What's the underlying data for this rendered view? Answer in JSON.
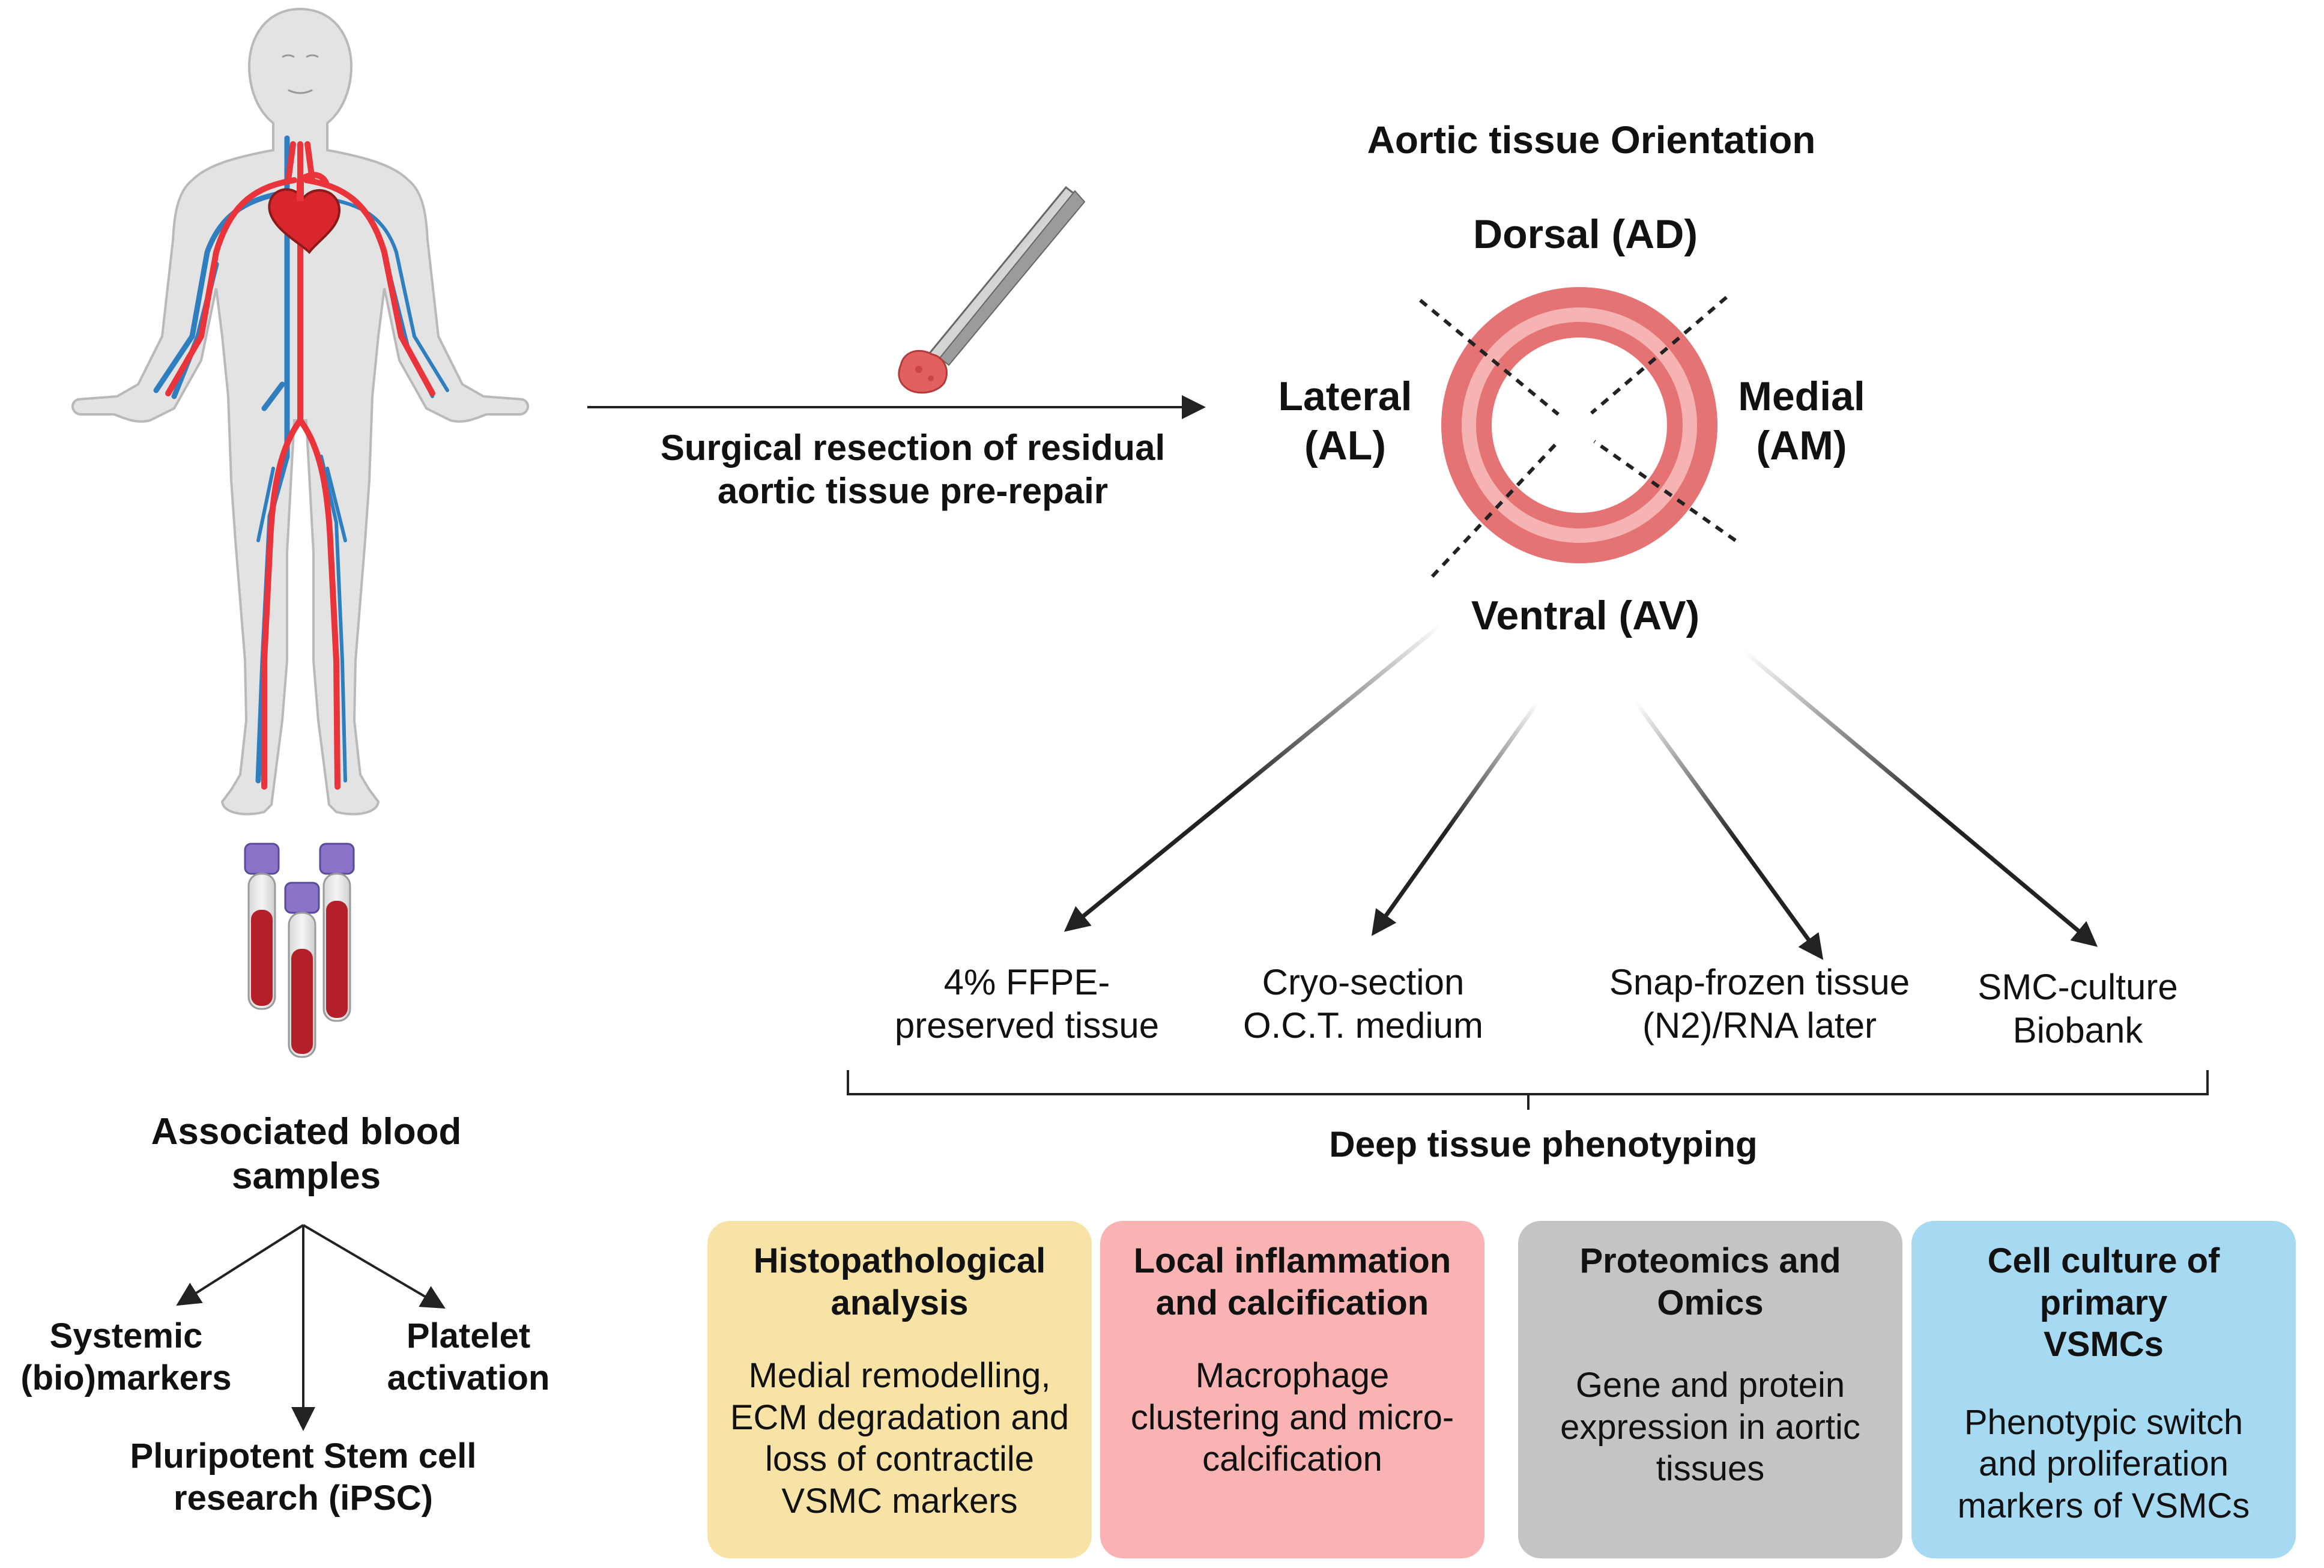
{
  "title": "Aortic tissue Orientation",
  "orientation": {
    "dorsal": "Dorsal (AD)",
    "lateral": [
      "Lateral",
      "(AL)"
    ],
    "medial": [
      "Medial",
      "(AM)"
    ],
    "ventral": "Ventral (AV)"
  },
  "resection": [
    "Surgical resection of residual",
    "aortic tissue pre-repair"
  ],
  "blood": {
    "title": [
      "Associated blood",
      "samples"
    ],
    "branches": {
      "systemic": [
        "Systemic",
        "(bio)markers"
      ],
      "platelet": [
        "Platelet",
        "activation"
      ],
      "ipsc": [
        "Pluripotent Stem cell",
        "research (iPSC)"
      ]
    }
  },
  "storage": [
    [
      "4% FFPE-",
      "preserved tissue"
    ],
    [
      "Cryo-section",
      "O.C.T. medium"
    ],
    [
      "Snap-frozen tissue",
      "(N2)/RNA later"
    ],
    [
      "SMC-culture",
      "Biobank"
    ]
  ],
  "phenotyping": "Deep tissue phenotyping",
  "cards": [
    {
      "title": [
        "Histopathological",
        "analysis"
      ],
      "body": [
        "Medial remodelling,",
        "ECM degradation and",
        "loss of contractile",
        "VSMC markers"
      ],
      "color": "#f8e3a6"
    },
    {
      "title": [
        "Local inflammation",
        "and calcification"
      ],
      "body": [
        "Macrophage",
        "clustering and micro-",
        "calcification"
      ],
      "color": "#f9b3b3"
    },
    {
      "title": [
        "Proteomics and",
        "Omics"
      ],
      "body": [
        "Gene and protein",
        "expression in aortic",
        "tissues"
      ],
      "color": "#c4c4c4"
    },
    {
      "title": [
        "Cell culture of primary",
        "VSMCs"
      ],
      "body": [
        "Phenotypic switch",
        "and proliferation",
        "markers of VSMCs"
      ],
      "color": "#a6d9f2"
    }
  ],
  "colors": {
    "artery": "#e8343a",
    "vein": "#2f7fc0",
    "ring": "#e57373",
    "ring_inner": "#f6b3b3",
    "cap": "#8a73c9",
    "blood": "#b3202a"
  },
  "icons": [
    "human-body-icon",
    "forceps-icon",
    "tissue-sample-icon",
    "blood-tube-icon",
    "aortic-ring-icon"
  ]
}
